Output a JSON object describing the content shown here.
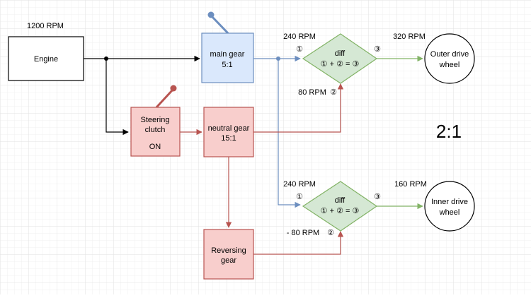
{
  "engine": {
    "label": "Engine",
    "rpm": "1200 RPM"
  },
  "steering_clutch": {
    "line1": "Steering",
    "line2": "clutch",
    "state": "ON"
  },
  "main_gear": {
    "line1": "main gear",
    "line2": "5:1"
  },
  "neutral_gear": {
    "line1": "neutral gear",
    "line2": "15:1"
  },
  "reversing_gear": {
    "line1": "Reversing",
    "line2": "gear"
  },
  "diff_outer": {
    "title": "diff",
    "formula": "① + ② = ③",
    "in1_rpm": "240 RPM",
    "in2_rpm": "80 RPM",
    "out_rpm": "320 RPM",
    "marker1": "①",
    "marker2": "②",
    "marker3": "③"
  },
  "diff_inner": {
    "title": "diff",
    "formula": "① + ② = ③",
    "in1_rpm": "240 RPM",
    "in2_rpm": "- 80 RPM",
    "out_rpm": "160 RPM",
    "marker1": "①",
    "marker2": "②",
    "marker3": "③"
  },
  "outer_wheel": {
    "line1": "Outer drive",
    "line2": "wheel"
  },
  "inner_wheel": {
    "line1": "Inner drive",
    "line2": "wheel"
  },
  "ratio": "2:1",
  "colors": {
    "blue_fill": "#dae8fc",
    "blue_stroke": "#6c8ebf",
    "red_fill": "#f8cecc",
    "red_stroke": "#b85450",
    "green_fill": "#d5e8d4",
    "green_stroke": "#82b366",
    "grid": "#e6e6e6"
  }
}
